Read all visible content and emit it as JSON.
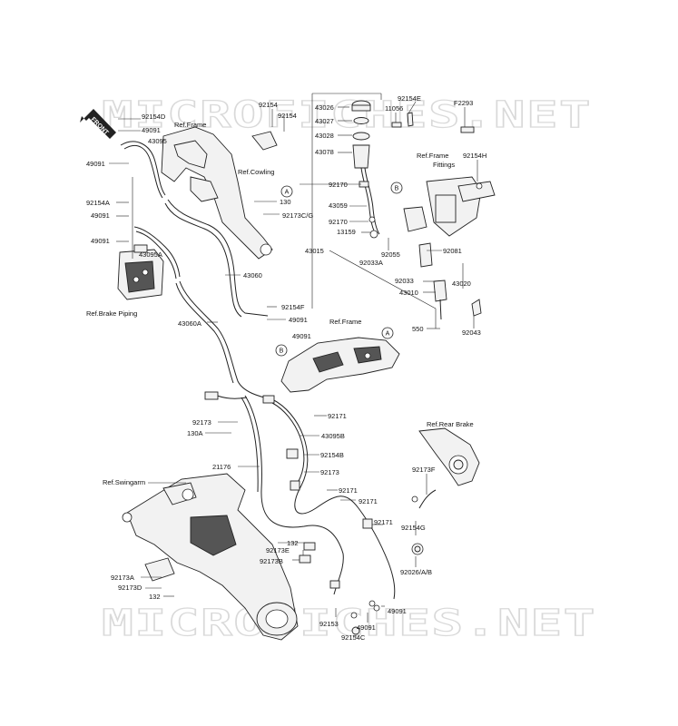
{
  "watermark": {
    "top": "MICROFICHES.NET",
    "bottom": "MICROFICHES.NET"
  },
  "front_label": "FRONT",
  "refs": {
    "frame_top": "Ref.Frame",
    "cowling": "Ref.Cowling",
    "frame_fittings_1": "Ref.Frame",
    "frame_fittings_2": "Fittings",
    "brake_piping": "Ref.Brake Piping",
    "frame_mid": "Ref.Frame",
    "rear_brake": "Ref.Rear Brake",
    "swingarm": "Ref.Swingarm"
  },
  "callouts": {
    "a1": "A",
    "a2": "A",
    "b1": "B",
    "b2": "B"
  },
  "parts": {
    "p92154D": "92154D",
    "p49091_a": "49091",
    "p43095": "43095",
    "p49091_b": "49091",
    "p92154A": "92154A",
    "p49091_c": "49091",
    "p49091_d": "49091",
    "p43095A": "43095A",
    "p92154_a": "92154",
    "p92154_b": "92154",
    "p130_a": "130",
    "p92173CG": "92173C/G",
    "p43060": "43060",
    "p92154F": "92154F",
    "p49091_e": "49091",
    "p49091_f": "49091",
    "p43060A": "43060A",
    "p43026": "43026",
    "p43027": "43027",
    "p43028": "43028",
    "p43078": "43078",
    "p92170_a": "92170",
    "p43059": "43059",
    "p92170_b": "92170",
    "p13159": "13159",
    "p43015": "43015",
    "p92033A": "92033A",
    "p92055": "92055",
    "p92154E": "92154E",
    "p11056": "11056",
    "pF2293": "F2293",
    "p92154H": "92154H",
    "p92081": "92081",
    "p92033": "92033",
    "p43010": "43010",
    "p43020": "43020",
    "p550": "550",
    "p92043": "92043",
    "p92173_a": "92173",
    "p130A": "130A",
    "p92171_a": "92171",
    "p43095B": "43095B",
    "p21176": "21176",
    "p92154B": "92154B",
    "p92173_b": "92173",
    "p92173F": "92173F",
    "p92171_b": "92171",
    "p92171_c": "92171",
    "p92171_d": "92171",
    "p92154G": "92154G",
    "p132_a": "132",
    "p92173E": "92173E",
    "p92173B": "92173B",
    "p92026AB": "92026/A/B",
    "p92173A": "92173A",
    "p92173D": "92173D",
    "p132_b": "132",
    "p92153": "92153",
    "p49091_g": "49091",
    "p92154C": "92154C",
    "p49091_h": "49091"
  }
}
